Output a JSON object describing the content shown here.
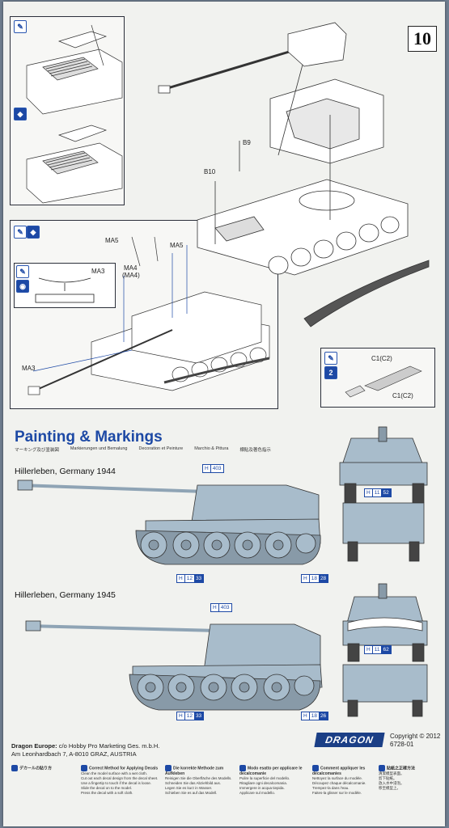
{
  "step_number": "10",
  "callouts": {
    "b9": "B9",
    "b10": "B10",
    "ma5_left": "MA5",
    "ma5_right": "MA5",
    "ma3_top": "MA3",
    "ma3_left": "MA3",
    "ma4": "MA4",
    "ma4_alt": "(MA4)",
    "c1_top": "C1(C2)",
    "c1_bottom": "C1(C2)",
    "two": "2"
  },
  "painting": {
    "title": "Painting & Markings",
    "languages": [
      "マーキング及び塗装図",
      "Markierungen und Bemalung",
      "Decoration et Peinture",
      "Marchio & Pittura",
      "標貼及著色指示"
    ]
  },
  "schemes": [
    {
      "title": "Hillerleben, Germany 1944",
      "codes": [
        {
          "h": "H",
          "n": [
            "403"
          ]
        },
        {
          "h": "H",
          "n": [
            "12",
            "33"
          ]
        },
        {
          "h": "H",
          "n": [
            "18",
            "28"
          ]
        },
        {
          "h": "H",
          "n": [
            "11",
            "52"
          ]
        }
      ]
    },
    {
      "title": "Hillerleben, Germany 1945",
      "codes": [
        {
          "h": "H",
          "n": [
            "403"
          ]
        },
        {
          "h": "H",
          "n": [
            "12",
            "33"
          ]
        },
        {
          "h": "H",
          "n": [
            "18",
            "26"
          ]
        },
        {
          "h": "H",
          "n": [
            "11",
            "62"
          ]
        }
      ]
    }
  ],
  "footer": {
    "company_bold": "Dragon Europe:",
    "company_rest": "c/o Hobby Pro Marketing Ges. m.b.H.",
    "address": "Am Leonhardbach 7, A-8010 GRAZ, AUSTRIA",
    "brand": "DRAGON",
    "copyright": "Copyright © 2012",
    "kit_number": "6728-01"
  },
  "instructions": [
    {
      "title": "デカールの貼り方"
    },
    {
      "title": "Correct Method for Applying Decals",
      "lines": [
        "Clean the model surface with a wet cloth.",
        "Cut out each decal design from the decal sheet.",
        "Use a fingertip to touch if the decal is loose.",
        "Slide the decal on to the model.",
        "Press the decal with a soft cloth."
      ]
    },
    {
      "title": "Die korrekte Methode zum Aufkleben",
      "lines": [
        "Reinigen Sie die Oberfläche des Modells.",
        "Schneiden Sie das Abziehbild aus.",
        "Legen Sie es kurz in Wasser.",
        "Schieben Sie es auf das Modell."
      ]
    },
    {
      "title": "Modo esatto per applicare le decalcomanie",
      "lines": [
        "Pulire la superficie del modello.",
        "Ritagliare ogni decalcomania.",
        "Immergere in acqua tiepida.",
        "Applicare sul modello."
      ]
    },
    {
      "title": "Comment appliquer les décalcomanies",
      "lines": [
        "Nettoyez la surface du modèle.",
        "Découpez chaque décalcomanie.",
        "Trempez-la dans l'eau.",
        "Faites-la glisser sur le modèle."
      ]
    },
    {
      "title": "貼紙之正確方法",
      "lines": [
        "清潔模型表面。",
        "剪下貼紙。",
        "放入水中浸泡。",
        "移至模型上。"
      ]
    }
  ]
}
